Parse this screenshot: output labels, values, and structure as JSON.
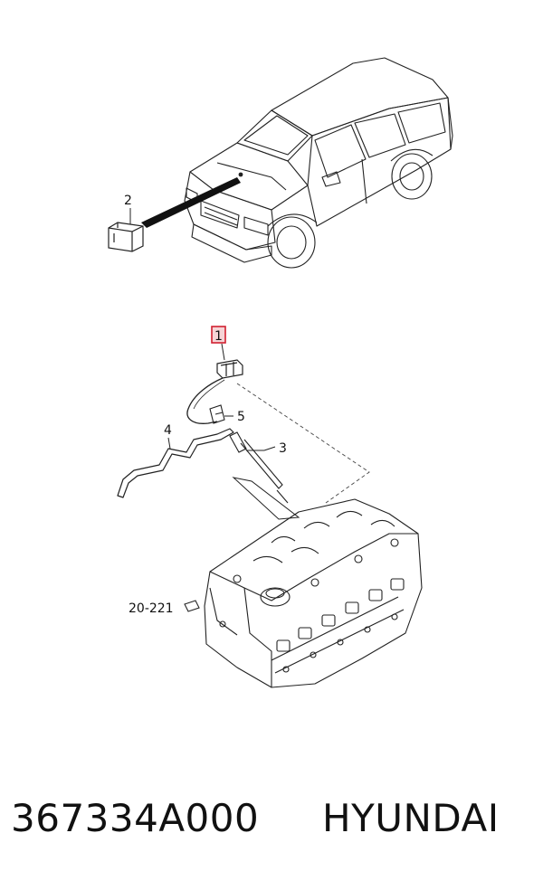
{
  "callouts": {
    "c1": "1",
    "c2": "2",
    "c3": "3",
    "c4": "4",
    "c5": "5",
    "c20": "20-221"
  },
  "footer": {
    "part_number": "367334A000",
    "brand": "HYUNDAI"
  },
  "colors": {
    "line": "#222222",
    "highlight_box": "#d02030",
    "highlight_fill": "#f6d4d6"
  }
}
